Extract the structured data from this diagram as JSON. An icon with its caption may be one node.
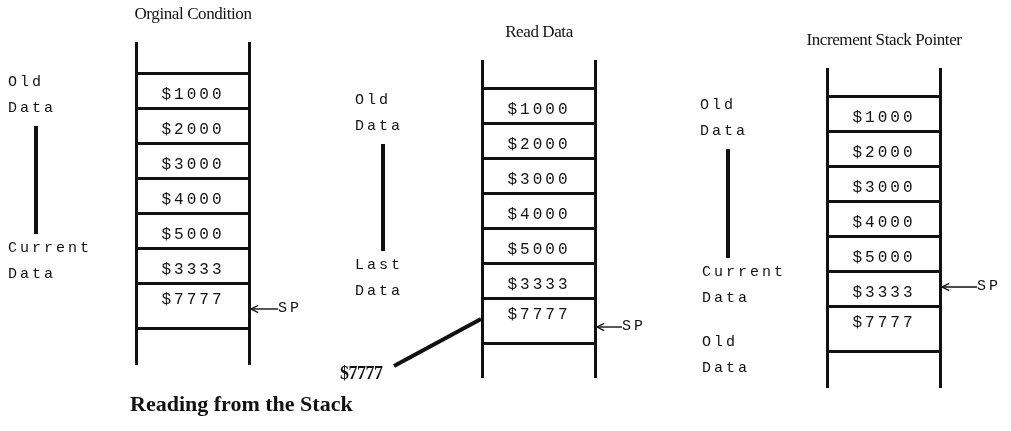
{
  "diagram": {
    "caption": "Reading from the Stack",
    "nodes": [
      {
        "text": [
          "Orginal Condition"
        ]
      },
      {
        "text": [
          "$1000"
        ],
        "in": 0
      },
      {
        "text": [
          "$2000"
        ],
        "in": 0
      },
      {
        "text": [
          "$3000"
        ],
        "in": 0
      },
      {
        "text": [
          "$4000"
        ],
        "in": 0
      },
      {
        "text": [
          "$5000"
        ],
        "in": 0
      },
      {
        "text": [
          "$3333"
        ],
        "in": 0
      },
      {
        "text": [
          "$7777"
        ],
        "in": 0
      },
      {
        "text": [
          "Old Data"
        ]
      },
      {
        "text": [
          "Current Data"
        ]
      },
      {
        "text": [
          "SP"
        ]
      },
      {
        "text": [
          "Read Data"
        ]
      },
      {
        "text": [
          "$1000"
        ],
        "in": 11
      },
      {
        "text": [
          "$2000"
        ],
        "in": 11
      },
      {
        "text": [
          "$3000"
        ],
        "in": 11
      },
      {
        "text": [
          "$4000"
        ],
        "in": 11
      },
      {
        "text": [
          "$5000"
        ],
        "in": 11
      },
      {
        "text": [
          "$3333"
        ],
        "in": 11
      },
      {
        "text": [
          "$7777"
        ],
        "in": 11
      },
      {
        "text": [
          "Old Data"
        ]
      },
      {
        "text": [
          "Last Data"
        ]
      },
      {
        "text": [
          "SP"
        ]
      },
      {
        "text": [
          "$7777"
        ]
      },
      {
        "text": [
          "Increment Stack Pointer"
        ]
      },
      {
        "text": [
          "$1000"
        ],
        "in": 23
      },
      {
        "text": [
          "$2000"
        ],
        "in": 23
      },
      {
        "text": [
          "$3000"
        ],
        "in": 23
      },
      {
        "text": [
          "$4000"
        ],
        "in": 23
      },
      {
        "text": [
          "$5000"
        ],
        "in": 23
      },
      {
        "text": [
          "$3333"
        ],
        "in": 23
      },
      {
        "text": [
          "$7777"
        ],
        "in": 23
      },
      {
        "text": [
          "Old Data"
        ]
      },
      {
        "text": [
          "Current Data"
        ]
      },
      {
        "text": [
          "Old Data"
        ]
      },
      {
        "text": [
          "SP"
        ]
      }
    ],
    "edges": [
      {
        "from": 10,
        "to": 7,
        "arrow": "to"
      },
      {
        "from": 8,
        "to": 9,
        "arrow": "none"
      },
      {
        "from": 19,
        "to": 20,
        "arrow": "none"
      },
      {
        "from": 21,
        "to": 18,
        "arrow": "to"
      },
      {
        "from": 22,
        "to": 18,
        "arrow": "none"
      },
      {
        "from": 31,
        "to": 32,
        "arrow": "none"
      },
      {
        "from": 34,
        "to": 29,
        "arrow": "to"
      }
    ]
  }
}
